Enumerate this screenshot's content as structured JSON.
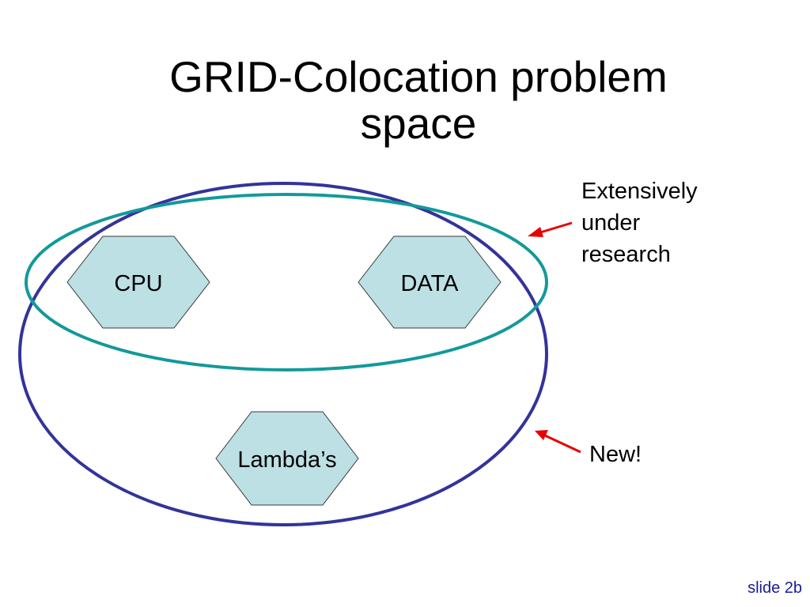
{
  "slide": {
    "title_lines": [
      "GRID-Colocation problem",
      "space"
    ],
    "slide_number": "slide 2b"
  },
  "nodes": {
    "cpu": "CPU",
    "data": "DATA",
    "lambdas": "Lambda’s"
  },
  "callouts": {
    "research_lines": [
      "Extensively",
      "under",
      "research"
    ],
    "new": "New!"
  },
  "colors": {
    "teal_ellipse": "#13999a",
    "navy_ellipse": "#33339a",
    "hexagon_fill": "#bce0e4",
    "hexagon_stroke": "#3a3a3a",
    "arrow": "#e80000",
    "slide_number": "#1a1a99"
  }
}
